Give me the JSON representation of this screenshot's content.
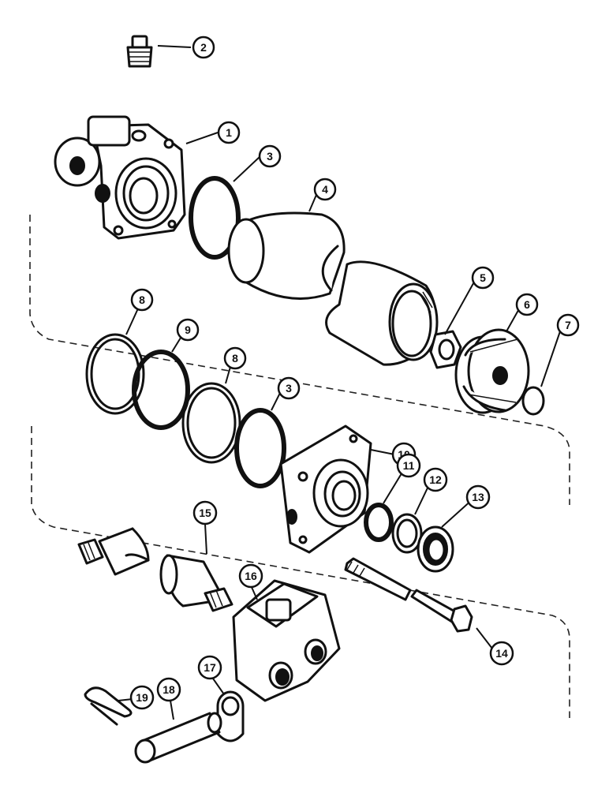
{
  "callouts": [
    {
      "id": "c1",
      "label": "1"
    },
    {
      "id": "c2",
      "label": "2"
    },
    {
      "id": "c3a",
      "label": "3"
    },
    {
      "id": "c3b",
      "label": "3"
    },
    {
      "id": "c4",
      "label": "4"
    },
    {
      "id": "c5",
      "label": "5"
    },
    {
      "id": "c6",
      "label": "6"
    },
    {
      "id": "c7",
      "label": "7"
    },
    {
      "id": "c8a",
      "label": "8"
    },
    {
      "id": "c8b",
      "label": "8"
    },
    {
      "id": "c9",
      "label": "9"
    },
    {
      "id": "c10",
      "label": "10"
    },
    {
      "id": "c11",
      "label": "11"
    },
    {
      "id": "c12",
      "label": "12"
    },
    {
      "id": "c13",
      "label": "13"
    },
    {
      "id": "c14",
      "label": "14"
    },
    {
      "id": "c15",
      "label": "15"
    },
    {
      "id": "c16",
      "label": "16"
    },
    {
      "id": "c17",
      "label": "17"
    },
    {
      "id": "c18",
      "label": "18"
    },
    {
      "id": "c19",
      "label": "19"
    }
  ],
  "colors": {
    "line": "#111111",
    "background": "#ffffff"
  }
}
